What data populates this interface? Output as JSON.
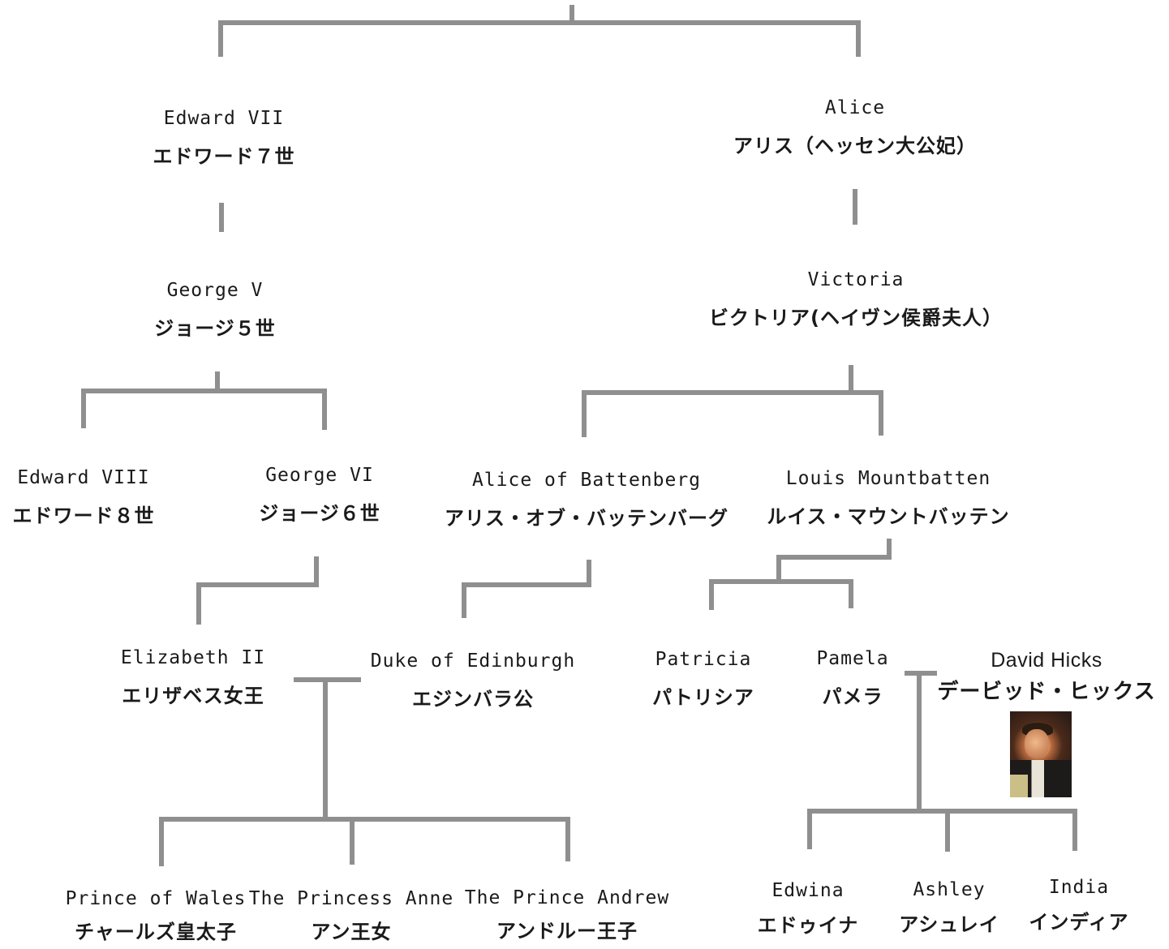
{
  "people": {
    "edward7": {
      "en": "Edward VII",
      "jp": "エドワード７世"
    },
    "alice": {
      "en": "Alice",
      "jp": "アリス（ヘッセン大公妃）"
    },
    "george5": {
      "en": "George V",
      "jp": "ジョージ５世"
    },
    "victoria": {
      "en": "Victoria",
      "jp": "ビクトリア(ヘイヴン侯爵夫人）"
    },
    "edward8": {
      "en": "Edward VIII",
      "jp": "エドワード８世"
    },
    "george6": {
      "en": "George VI",
      "jp": "ジョージ６世"
    },
    "alice_battenberg": {
      "en": "Alice of Battenberg",
      "jp": "アリス・オブ・バッテンバーグ"
    },
    "louis": {
      "en": "Louis Mountbatten",
      "jp": "ルイス・マウントバッテン"
    },
    "elizabeth2": {
      "en": "Elizabeth II",
      "jp": "エリザベス女王"
    },
    "duke": {
      "en": "Duke of Edinburgh",
      "jp": "エジンバラ公"
    },
    "patricia": {
      "en": "Patricia",
      "jp": "パトリシア"
    },
    "pamela": {
      "en": "Pamela",
      "jp": "パメラ"
    },
    "david": {
      "en": "David Hicks",
      "jp": "デービッド・ヒックス"
    },
    "charles": {
      "en": "Prince of Wales",
      "jp": "チャールズ皇太子"
    },
    "anne": {
      "en": "The Princess Anne",
      "jp": "アン王女"
    },
    "andrew": {
      "en": "The Prince Andrew",
      "jp": "アンドルー王子"
    },
    "edwina": {
      "en": "Edwina",
      "jp": "エドゥイナ"
    },
    "ashley": {
      "en": "Ashley",
      "jp": "アシュレイ"
    },
    "india": {
      "en": "India",
      "jp": "インディア"
    }
  },
  "colors": {
    "line": "#8f8f8f",
    "text": "#1a1a1a"
  },
  "photo": {
    "icon": "portrait-photo"
  }
}
